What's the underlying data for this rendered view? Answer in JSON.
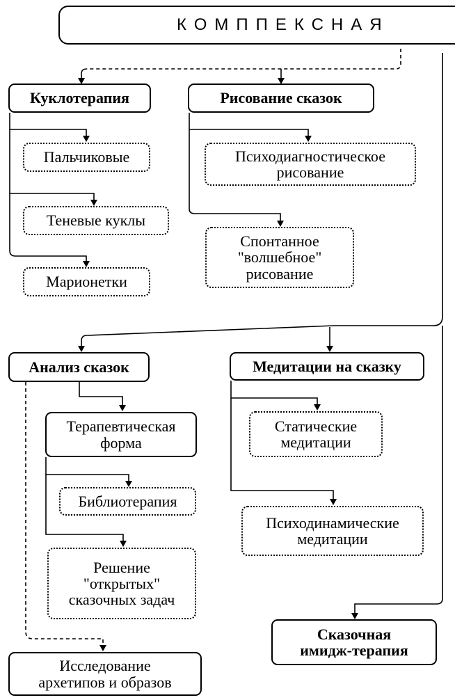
{
  "title": "КОМППЕКСНАЯ",
  "groups": [
    {
      "label": "Куклотерапия",
      "items": [
        "Пальчиковые",
        "Теневые куклы",
        "Марионетки"
      ]
    },
    {
      "label": "Рисование сказок",
      "items": [
        "Психодиагностическое\nрисование",
        "Спонтанное\n\"волшебное\"\nрисование"
      ]
    },
    {
      "label": "Анализ сказок",
      "subgroup": {
        "label": "Терапевтическая\nформа",
        "items": [
          "Библиотерапия",
          "Решение\n\"открытых\"\nсказочных задач"
        ]
      },
      "extra": "Исследование\nархетипов и образов"
    },
    {
      "label": "Медитации на сказку",
      "items": [
        "Статические\nмедитации",
        "Психодинамические\nмедитации"
      ]
    }
  ],
  "imagetherapy": "Сказочная\nимидж-терапия"
}
